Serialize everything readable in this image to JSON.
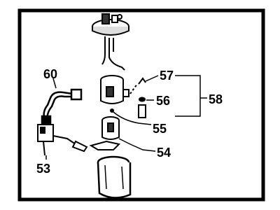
{
  "callouts": {
    "c53": "53",
    "c54": "54",
    "c55": "55",
    "c56": "56",
    "c57": "57",
    "c58": "58",
    "c60": "60"
  },
  "colors": {
    "line": "#000000",
    "background": "#ffffff"
  }
}
